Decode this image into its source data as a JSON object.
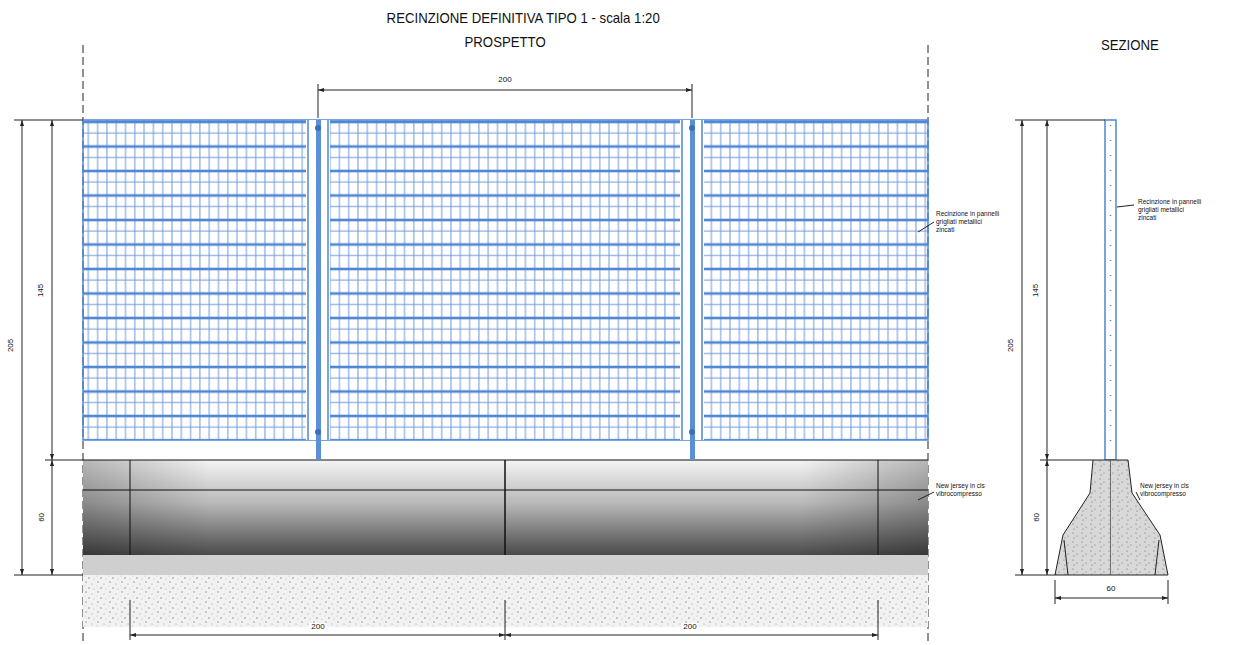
{
  "diagram": {
    "title": "RECINZIONE DEFINITIVA TIPO 1  - scala 1:20",
    "labels": [
      "PROSPETTO",
      "200",
      "205",
      "145",
      "60",
      "200",
      "200",
      "Recinzione in pannelli grigliati metallici zincati",
      "New jersey in cls vibrocompresso",
      "SEZIONE",
      "205",
      "145",
      "60",
      "60",
      "Recinzione in pannelli grigliati metallici zincati",
      "New jersey in cls vibrocompresso"
    ]
  }
}
